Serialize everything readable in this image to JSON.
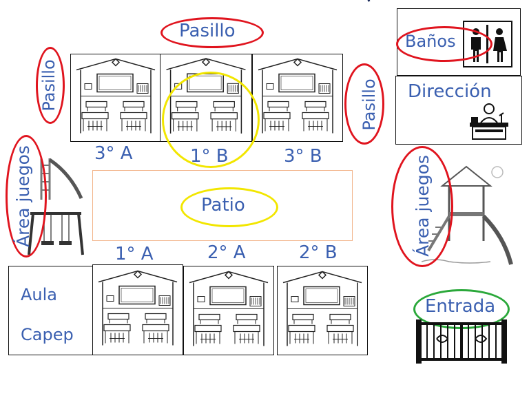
{
  "labels": {
    "pasillo_top": "Pasillo",
    "pasillo_left": "Pasillo",
    "pasillo_right": "Pasillo",
    "banos": "Baños",
    "direccion": "Dirección",
    "area_juegos_left": "Área juegos",
    "area_juegos_right": "Área juegos",
    "patio": "Patio",
    "aula_line1": "Aula",
    "aula_line2": "Capep",
    "entrada": "Entrada"
  },
  "classrooms": {
    "top": [
      "3° A",
      "1° B",
      "3° B"
    ],
    "bottom": [
      "1° A",
      "2° A",
      "2° B"
    ]
  },
  "colors": {
    "label_blue": "#3a5fb0",
    "highlight_red": "#e0141e",
    "highlight_yellow": "#f2e600",
    "highlight_green": "#2aa83a",
    "patio_border": "#f2b48a"
  },
  "icons": [
    "classroom-illustration",
    "restroom-icon",
    "principal-desk-icon",
    "swing-slide-icon",
    "playground-icon",
    "gate-icon"
  ]
}
